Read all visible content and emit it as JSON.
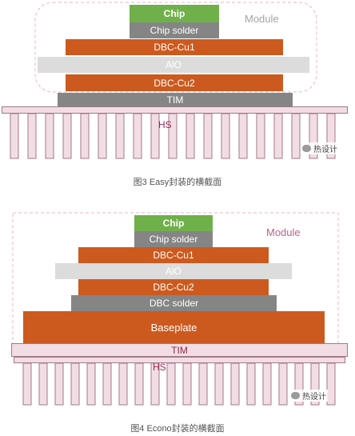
{
  "fig3": {
    "module_label": "Module",
    "layers": {
      "chip": "Chip",
      "chip_solder": "Chip solder",
      "dbc_cu1": "DBC-Cu1",
      "alo": "AlO",
      "dbc_cu2": "DBC-Cu2",
      "tim": "TIM"
    },
    "hs_label": "HS",
    "watermark": "热设计",
    "caption": "图3 Easy封装的横截面"
  },
  "fig4": {
    "module_label": "Module",
    "layers": {
      "chip": "Chip",
      "chip_solder": "Chip solder",
      "dbc_cu1": "DBC-Cu1",
      "alo": "AlO",
      "dbc_cu2": "DBC-Cu2",
      "dbc_solder": "DBC solder",
      "baseplate": "Baseplate",
      "tim": "TIM"
    },
    "hs_label": "HS",
    "watermark": "热设计",
    "caption": "图4 Econo封装的横截面"
  },
  "colors": {
    "copper": "#cc5a1e",
    "chip": "#6fb04a",
    "solder": "#858585",
    "alo": "#dcdcdc",
    "heatsink": "#f3dde4",
    "heatsink_outline": "#a07a86",
    "module_border": "#e6b8c6"
  }
}
